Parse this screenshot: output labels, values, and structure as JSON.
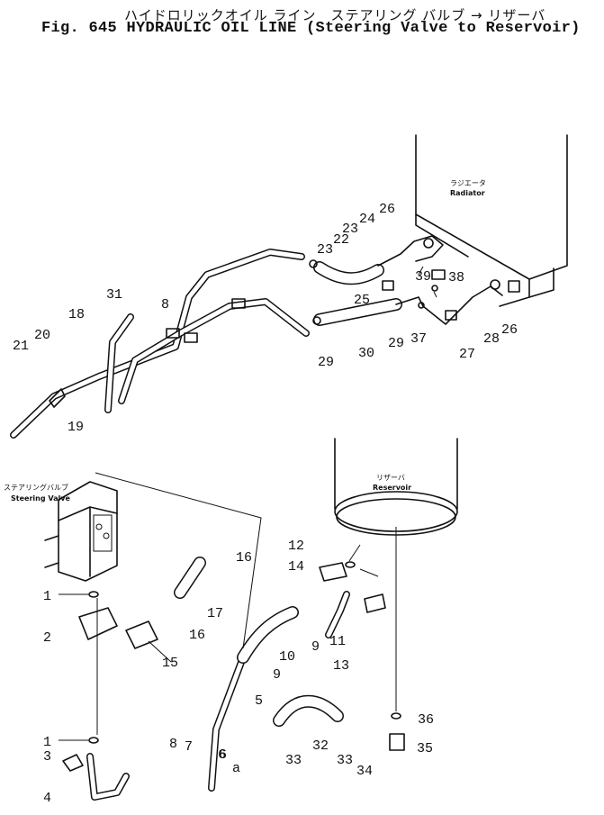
{
  "figure": {
    "title_jp": "ハイドロリックオイル ライン　ステアリング バルブ → リザーバ",
    "title_en": "Fig. 645   HYDRAULIC OIL LINE  (Steering Valve to Reservoir)"
  },
  "components": {
    "radiator_jp": "ラジエータ",
    "radiator_en": "Radiator",
    "reservoir_jp": "リザーバ",
    "reservoir_en": "Reservoir",
    "steering_valve_jp": "ステアリングバルブ",
    "steering_valve_en": "Steering Valve"
  },
  "callouts": [
    {
      "id": "c1",
      "label": "1"
    },
    {
      "id": "c1b",
      "label": "1"
    },
    {
      "id": "c2",
      "label": "2"
    },
    {
      "id": "c3",
      "label": "3"
    },
    {
      "id": "c4",
      "label": "4"
    },
    {
      "id": "c5",
      "label": "5"
    },
    {
      "id": "c6",
      "label": "6"
    },
    {
      "id": "c6b",
      "label": "6"
    },
    {
      "id": "c7",
      "label": "7"
    },
    {
      "id": "c8",
      "label": "8"
    },
    {
      "id": "c9",
      "label": "9"
    },
    {
      "id": "c9b",
      "label": "9"
    },
    {
      "id": "c10",
      "label": "10"
    },
    {
      "id": "c11",
      "label": "11"
    },
    {
      "id": "c12",
      "label": "12"
    },
    {
      "id": "c13",
      "label": "13"
    },
    {
      "id": "c14",
      "label": "14"
    },
    {
      "id": "c15",
      "label": "15"
    },
    {
      "id": "c16",
      "label": "16"
    },
    {
      "id": "c16b",
      "label": "16"
    },
    {
      "id": "c17",
      "label": "17"
    },
    {
      "id": "c18",
      "label": "18"
    },
    {
      "id": "c19",
      "label": "19"
    },
    {
      "id": "c20",
      "label": "20"
    },
    {
      "id": "c21",
      "label": "21"
    },
    {
      "id": "c22",
      "label": "22"
    },
    {
      "id": "c23",
      "label": "23"
    },
    {
      "id": "c23b",
      "label": "23"
    },
    {
      "id": "c24",
      "label": "24"
    },
    {
      "id": "c25",
      "label": "25"
    },
    {
      "id": "c26",
      "label": "26"
    },
    {
      "id": "c26b",
      "label": "26"
    },
    {
      "id": "c27",
      "label": "27"
    },
    {
      "id": "c28",
      "label": "28"
    },
    {
      "id": "c29",
      "label": "29"
    },
    {
      "id": "c29b",
      "label": "29"
    },
    {
      "id": "c30",
      "label": "30"
    },
    {
      "id": "c31",
      "label": "31"
    },
    {
      "id": "c32",
      "label": "32"
    },
    {
      "id": "c33",
      "label": "33"
    },
    {
      "id": "c33b",
      "label": "33"
    },
    {
      "id": "c34",
      "label": "34"
    },
    {
      "id": "c35",
      "label": "35"
    },
    {
      "id": "c36",
      "label": "36"
    },
    {
      "id": "c37",
      "label": "37"
    },
    {
      "id": "c38",
      "label": "38"
    },
    {
      "id": "c39",
      "label": "39"
    },
    {
      "id": "ca",
      "label": "a"
    },
    {
      "id": "c8arrow",
      "label": "8"
    }
  ]
}
